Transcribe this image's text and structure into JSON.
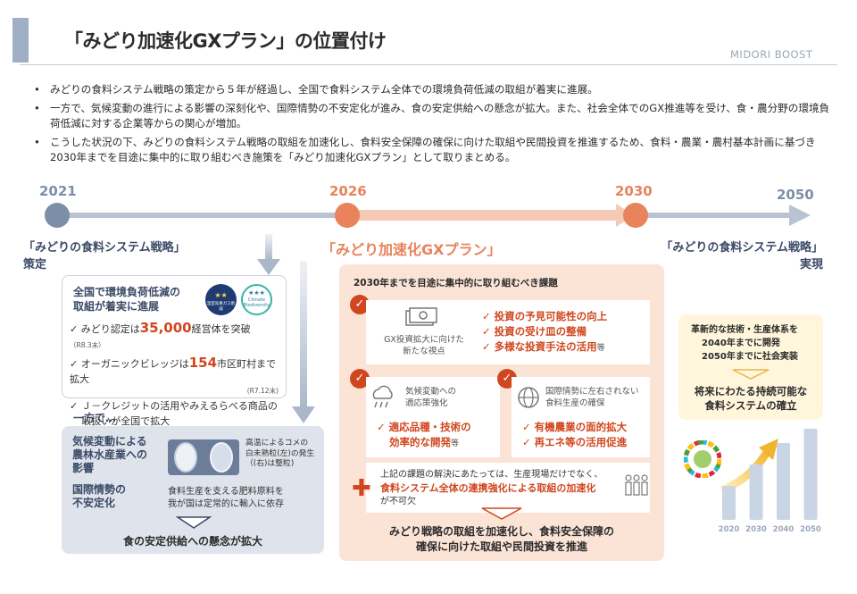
{
  "header": {
    "title": "「みどり加速化GXプラン」の位置付け",
    "brand": "MIDORI BOOST"
  },
  "bullets": [
    "みどりの食料システム戦略の策定から５年が経過し、全国で食料システム全体での環境負荷低減の取組が着実に進展。",
    "一方で、気候変動の進行による影響の深刻化や、国際情勢の不安定化が進み、食の安定供給への懸念が拡大。また、社会全体でのGX推進等を受け、食・農分野の環境負荷低減に対する企業等からの関心が増加。",
    "こうした状況の下、みどりの食料システム戦略の取組を加速化し、食料安全保障の確保に向けた取組や民間投資を推進するため、食料・農業・農村基本計画に基づき2030年までを目途に集中的に取り組むべき施策を「みどり加速化GXプラン」として取りまとめる。"
  ],
  "timeline": {
    "years": [
      "2021",
      "2026",
      "2030",
      "2050"
    ],
    "left_label_1": "「みどりの食料システム戦略」",
    "left_label_2": "策定",
    "center_label": "「みどり加速化GXプラン」",
    "right_label_1": "「みどりの食料システム戦略」",
    "right_label_2": "実現"
  },
  "progress_box": {
    "title_1": "全国で環境負荷低減の",
    "title_2": "取組が着実に進展",
    "badge1": "★★",
    "badge1_text": "温室効果ガス削減",
    "badge2": "★★★",
    "badge2_text_1": "Climate",
    "badge2_text_2": "Biodiversity",
    "item1_pre": "みどり認定は",
    "item1_num": "35,000",
    "item1_post": "経営体を突破",
    "item1_note": "（R8.3末）",
    "item2_pre": "オーガニックビレッジは",
    "item2_num": "154",
    "item2_post": "市区町村まで拡大",
    "item2_note": "(R7.12末)",
    "item3": "Ｊ－クレジットの活用やみえるらべる商品の取扱いが全国で拡大"
  },
  "concern_box": {
    "heading": "一方で…",
    "risk1_1": "気候変動による",
    "risk1_2": "農林水産業への",
    "risk1_3": "影響",
    "rice_1": "高温によるコメの",
    "rice_2": "白未熟粒(左)の発生",
    "rice_3": "（(右)は整粒)",
    "risk2_1": "国際情勢の",
    "risk2_2": "不安定化",
    "fert_1": "食料生産を支える肥料原料を",
    "fert_2": "我が国は定常的に輸入に依存",
    "conclusion": "食の安定供給への懸念が拡大"
  },
  "plan_box": {
    "title": "2030年までを目途に集中的に取り組むべき課題",
    "gx_label_1": "GX投資拡大に向けた",
    "gx_label_2": "新たな視点",
    "gx_items": [
      "投資の予見可能性の向上",
      "投資の受け皿の整備",
      "多様な投資手法の活用"
    ],
    "gx_tou": "等",
    "climate_label_1": "気候変動への",
    "climate_label_2": "適応策強化",
    "climate_item_1": "適応品種・技術の",
    "climate_item_2": "効率的な開発",
    "climate_tou": "等",
    "intl_label_1": "国際情勢に左右されない",
    "intl_label_2": "食料生産の確保",
    "intl_items": [
      "有機農業の面的拡大",
      "再エネ等の活用促進"
    ],
    "solution_1": "上記の課題の解決にあたっては、生産現場だけでなく、",
    "solution_2": "食料システム全体の連携強化による取組の加速化",
    "solution_3": "が不可欠",
    "conclusion_1": "みどり戦略の取組を加速化し、食料安全保障の",
    "conclusion_2": "確保に向けた取組や民間投資を推進"
  },
  "future_box": {
    "line1": "革新的な技術・生産体系を",
    "line2": "2040年までに開発",
    "line3": "2050年までに社会実装",
    "result_1": "将来にわたる持続可能な",
    "result_2": "食料システムの確立"
  },
  "chart_data": {
    "type": "bar",
    "categories": [
      "2020",
      "2030",
      "2040",
      "2050"
    ],
    "values": [
      1,
      2,
      3,
      4
    ],
    "ylim": [
      0,
      4
    ],
    "xlabel": "",
    "ylabel": "",
    "title": ""
  },
  "colors": {
    "accent": "#e8835b",
    "accent_dark": "#d0461e",
    "navy": "#3a4a66",
    "slate": "#7d8ea8"
  }
}
